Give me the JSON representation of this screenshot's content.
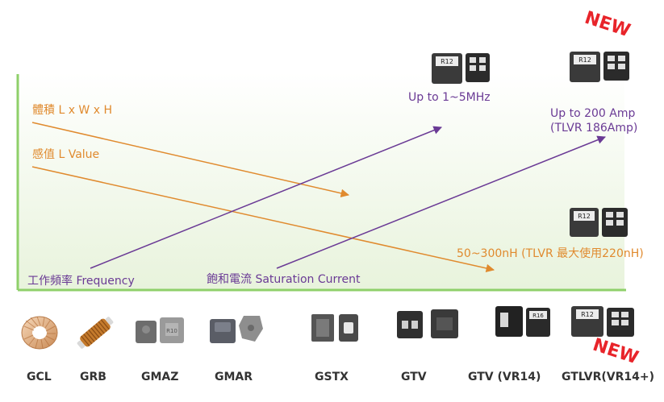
{
  "axes": {
    "volume_label": "體積 L x W x H",
    "inductance_label": "感值 L Value",
    "frequency_label": "工作頻率 Frequency",
    "saturation_label": "飽和電流 Saturation Current"
  },
  "annotations": {
    "freq_target": "Up to 1~5MHz",
    "amp_target_line1": "Up to 200 Amp",
    "amp_target_line2": "(TLVR 186Amp)",
    "inductance_target": "50~300nH (TLVR 最大使用220nH)",
    "new_badge_top": "NEW",
    "new_badge_bottom": "NEW"
  },
  "component_marks": {
    "r12": "R12",
    "r10": "R10",
    "r16": "R16"
  },
  "products": [
    {
      "name": "GCL"
    },
    {
      "name": "GRB"
    },
    {
      "name": "GMAZ"
    },
    {
      "name": "GMAR"
    },
    {
      "name": "GSTX"
    },
    {
      "name": "GTV"
    },
    {
      "name": "GTV (VR14)"
    },
    {
      "name": "GTLVR(VR14+)"
    }
  ],
  "colors": {
    "axis": "#8fd06a",
    "orange": "#e08a2e",
    "purple": "#6a3a95",
    "new": "#e8242a"
  }
}
